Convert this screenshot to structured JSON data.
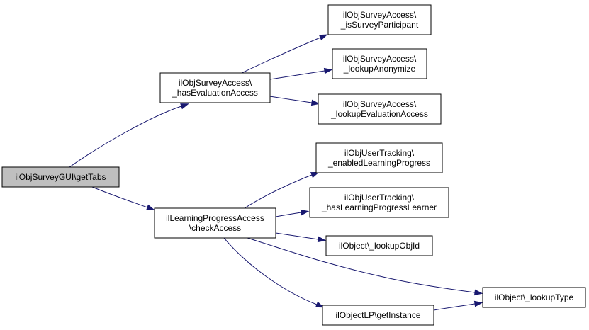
{
  "colors": {
    "edge": "#191970",
    "node_fill": "#ffffff",
    "root_fill": "#bfbfbf",
    "border": "#000000"
  },
  "nodes": {
    "root": {
      "lines": [
        "ilObjSurveyGUI\\getTabs"
      ]
    },
    "hasEval": {
      "lines": [
        "ilObjSurveyAccess\\",
        "_hasEvaluationAccess"
      ]
    },
    "isPart": {
      "lines": [
        "ilObjSurveyAccess\\",
        "_isSurveyParticipant"
      ]
    },
    "lookAnon": {
      "lines": [
        "ilObjSurveyAccess\\",
        "_lookupAnonymize"
      ]
    },
    "lookEval": {
      "lines": [
        "ilObjSurveyAccess\\",
        "_lookupEvaluationAccess"
      ]
    },
    "checkAccess": {
      "lines": [
        "ilLearningProgressAccess",
        "\\checkAccess"
      ]
    },
    "enabledLP": {
      "lines": [
        "ilObjUserTracking\\",
        "_enabledLearningProgress"
      ]
    },
    "hasLPL": {
      "lines": [
        "ilObjUserTracking\\",
        "_hasLearningProgressLearner"
      ]
    },
    "lookObjId": {
      "lines": [
        "ilObject\\_lookupObjId"
      ]
    },
    "lookType": {
      "lines": [
        "ilObject\\_lookupType"
      ]
    },
    "getInstance": {
      "lines": [
        "ilObjectLP\\getInstance"
      ]
    }
  },
  "edges": [
    [
      "root",
      "hasEval"
    ],
    [
      "root",
      "checkAccess"
    ],
    [
      "hasEval",
      "isPart"
    ],
    [
      "hasEval",
      "lookAnon"
    ],
    [
      "hasEval",
      "lookEval"
    ],
    [
      "checkAccess",
      "enabledLP"
    ],
    [
      "checkAccess",
      "hasLPL"
    ],
    [
      "checkAccess",
      "lookObjId"
    ],
    [
      "checkAccess",
      "lookType"
    ],
    [
      "checkAccess",
      "getInstance"
    ],
    [
      "getInstance",
      "lookType"
    ]
  ]
}
